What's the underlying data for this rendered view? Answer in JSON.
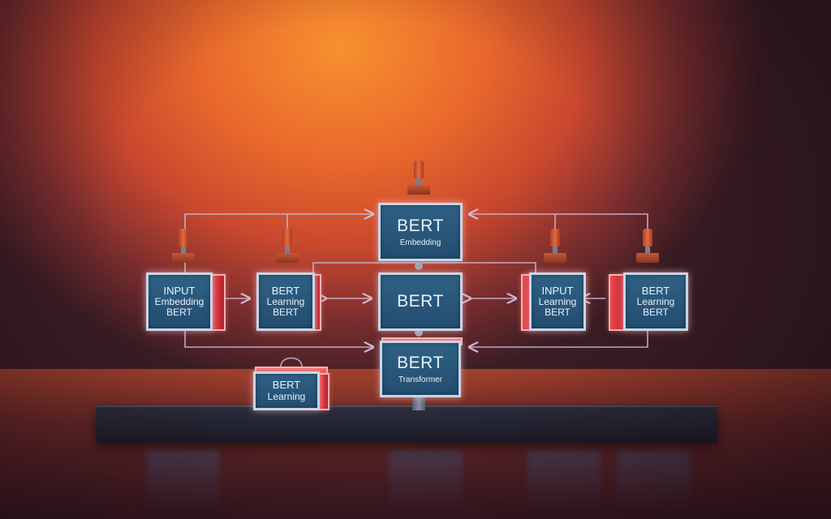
{
  "diagram": {
    "nodes": {
      "input_embedding": {
        "line1": "INPUT",
        "line2": "Embedding",
        "line3": "BERT"
      },
      "bert_learning_left": {
        "line1": "BERT",
        "line2": "Learning",
        "line3": "BERT"
      },
      "bert_embedding_top": {
        "line1": "BERT",
        "line2": "Embedding"
      },
      "bert_center": {
        "line1": "BERT"
      },
      "bert_transformer": {
        "line1": "BERT",
        "line2": "Transformer"
      },
      "input_learning_right": {
        "line1": "INPUT",
        "line2": "Learning",
        "line3": "BERT"
      },
      "bert_learning_far_right": {
        "line1": "BERT",
        "line2": "Learning",
        "line3": "BERT"
      },
      "bert_learning_floor": {
        "line1": "BERT",
        "line2": "Learning"
      }
    },
    "colors": {
      "node_fill": "#2a5a7e",
      "node_border": "#c7d6e6",
      "accent_red": "#e23a3f",
      "background_glow": "#f7902f",
      "connector": "#c9b8d6"
    }
  }
}
